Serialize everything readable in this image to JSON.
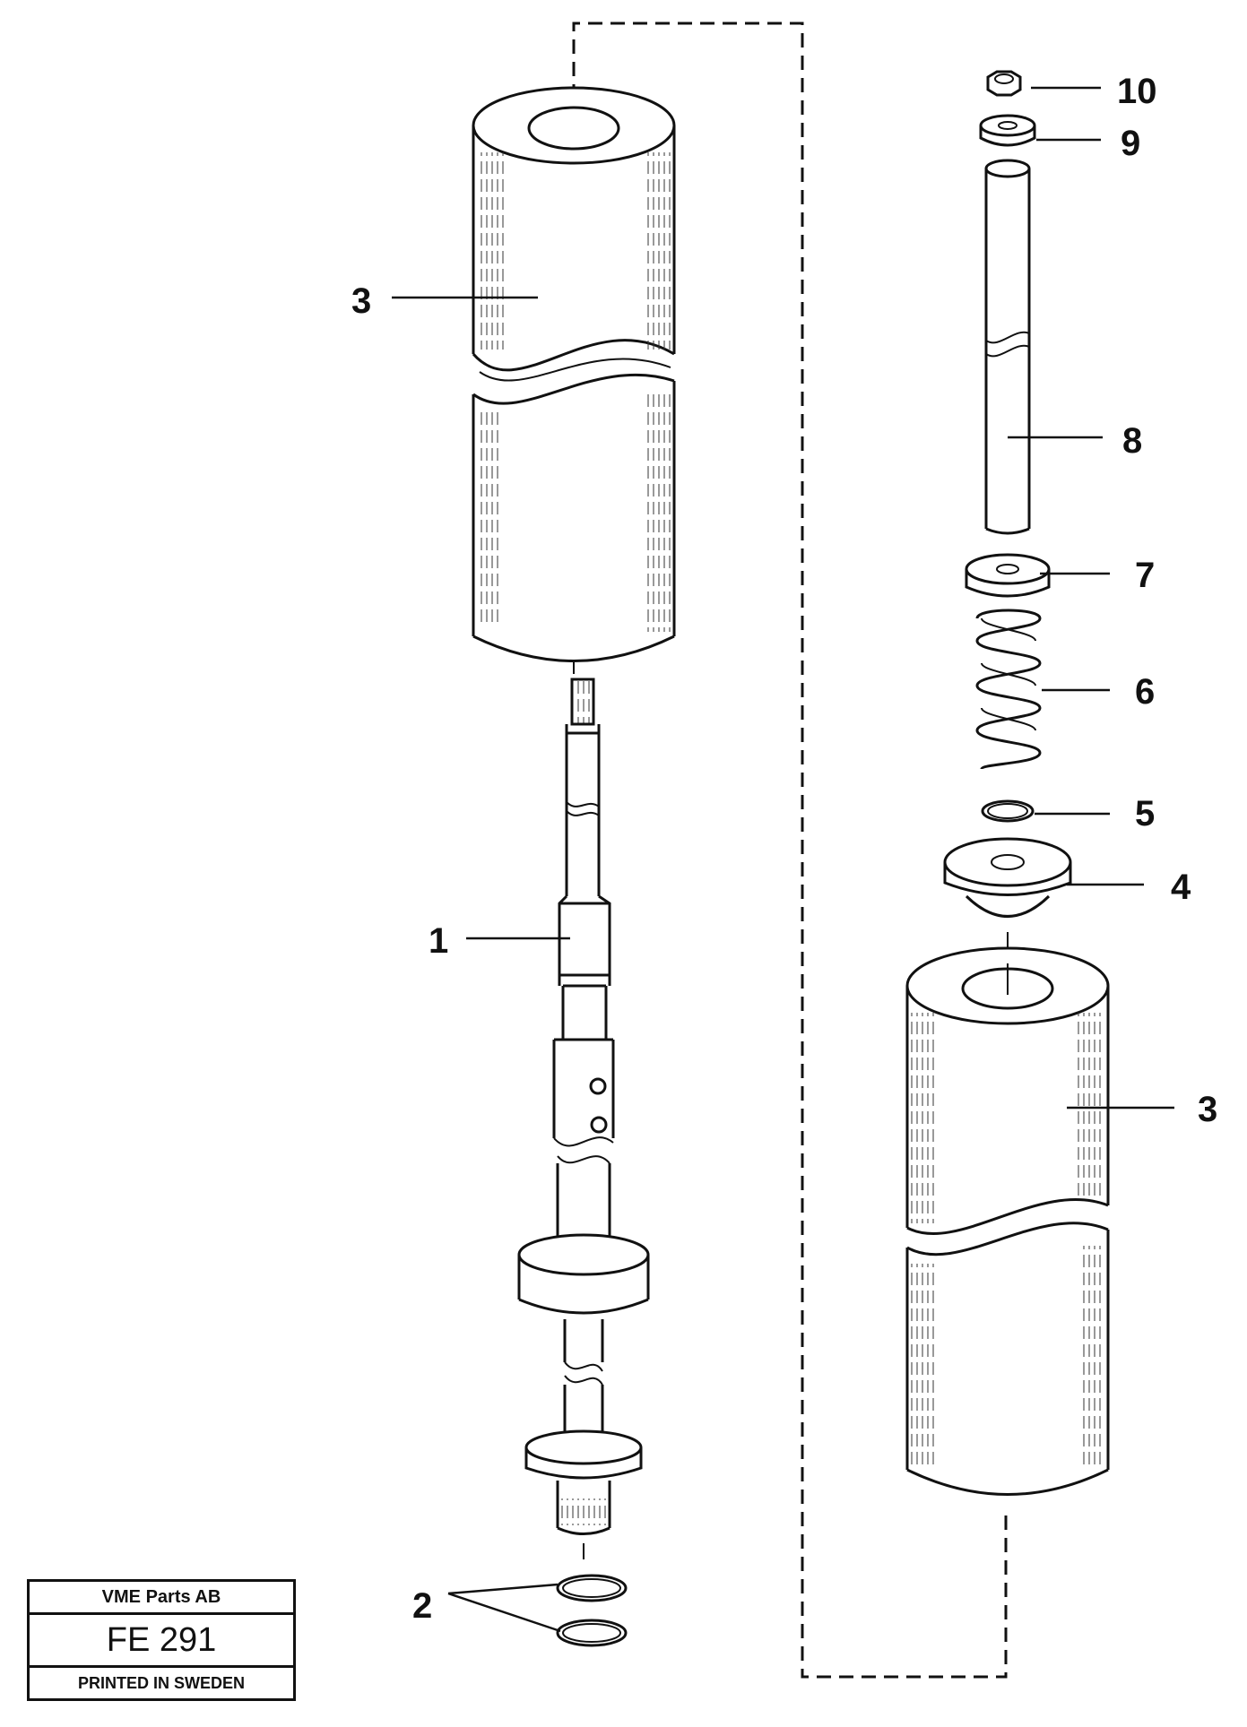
{
  "callouts": {
    "c1": "1",
    "c2": "2",
    "c3_left": "3",
    "c3_right": "3",
    "c4": "4",
    "c5": "5",
    "c6": "6",
    "c7": "7",
    "c8": "8",
    "c9": "9",
    "c10": "10"
  },
  "stamp": {
    "company": "VME Parts AB",
    "code": "FE 291",
    "footer": "PRINTED IN SWEDEN"
  }
}
